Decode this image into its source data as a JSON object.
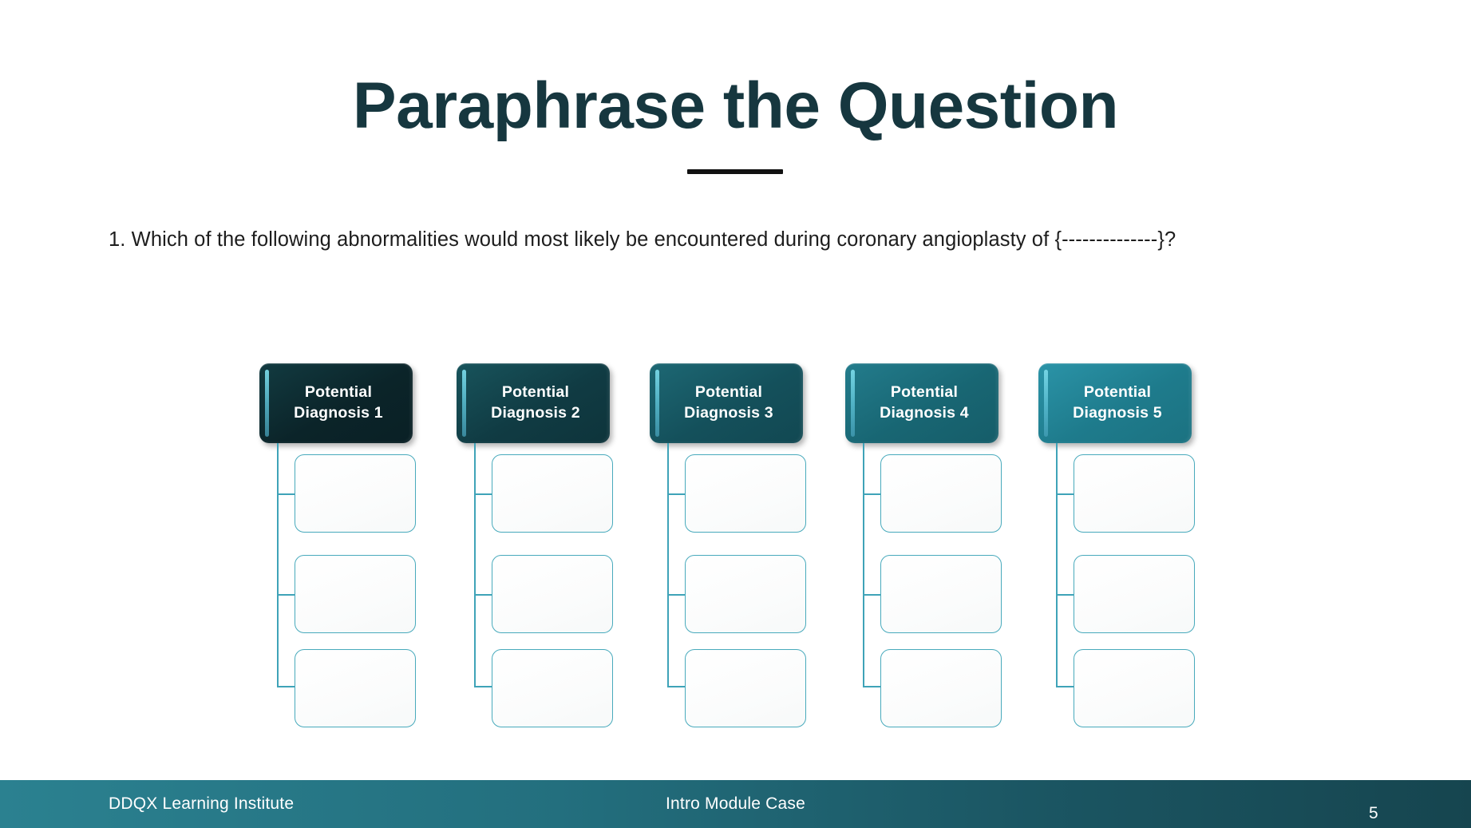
{
  "slide": {
    "title": "Paraphrase the Question",
    "title_color": "#16373f",
    "rule_color": "#111111",
    "background": "#ffffff"
  },
  "question": {
    "text": "1. Which of the following abnormalities would most likely be encountered during coronary angioplasty of {--------------}?"
  },
  "diagram": {
    "type": "branching-tree",
    "columns": [
      {
        "header": "Potential Diagnosis 1",
        "header_color": "#0b2429",
        "accent_color": "#78d7e6",
        "answer_boxes": [
          "",
          "",
          ""
        ]
      },
      {
        "header": "Potential Diagnosis 2",
        "header_color": "#103b43",
        "accent_color": "#78d7e6",
        "answer_boxes": [
          "",
          "",
          ""
        ]
      },
      {
        "header": "Potential Diagnosis 3",
        "header_color": "#14505b",
        "accent_color": "#78d7e6",
        "answer_boxes": [
          "",
          "",
          ""
        ]
      },
      {
        "header": "Potential Diagnosis 4",
        "header_color": "#186673",
        "accent_color": "#78d7e6",
        "answer_boxes": [
          "",
          "",
          ""
        ]
      },
      {
        "header": "Potential Diagnosis 5",
        "header_color": "#1e7b8c",
        "accent_color": "#78d7e6",
        "answer_boxes": [
          "",
          "",
          ""
        ]
      }
    ],
    "connector_color": "#3fa3b8",
    "answer_box_border_color": "#48aabc"
  },
  "footer": {
    "left": "DDQX Learning Institute",
    "center": "Intro Module Case",
    "page_number": "5",
    "gradient_from": "#2b8190",
    "gradient_to": "#16454f",
    "text_color": "#ffffff"
  }
}
